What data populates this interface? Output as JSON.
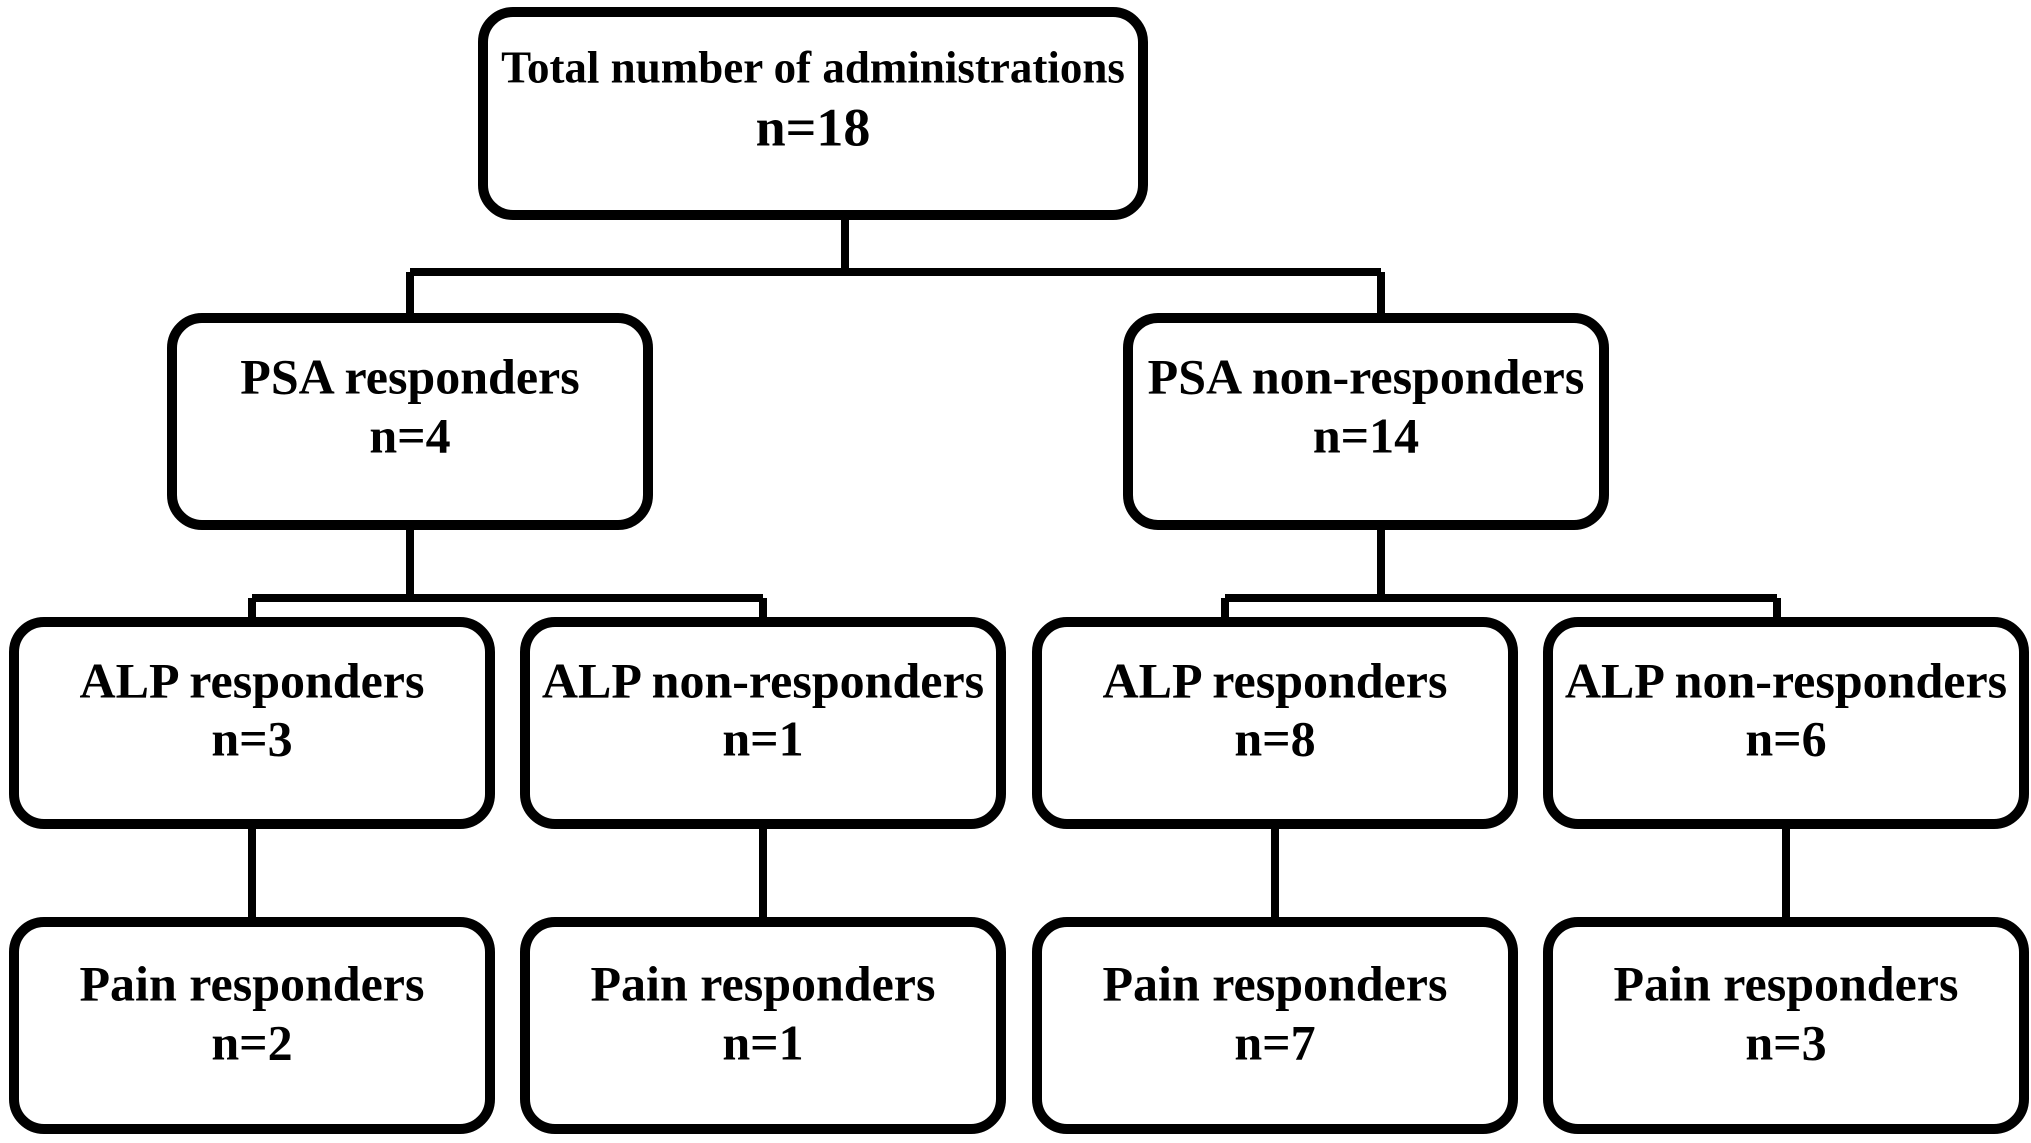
{
  "diagram": {
    "title_node": {
      "label": "Total number of administrations",
      "count": "n=18"
    },
    "level2": [
      {
        "label": "PSA responders",
        "count": "n=4"
      },
      {
        "label": "PSA non-responders",
        "count": "n=14"
      }
    ],
    "level3": [
      {
        "label": "ALP responders",
        "count": "n=3"
      },
      {
        "label": "ALP non-responders",
        "count": "n=1"
      },
      {
        "label": "ALP responders",
        "count": "n=8"
      },
      {
        "label": "ALP non-responders",
        "count": "n=6"
      }
    ],
    "level4": [
      {
        "label": "Pain responders",
        "count": "n=2"
      },
      {
        "label": "Pain responders",
        "count": "n=1"
      },
      {
        "label": "Pain responders",
        "count": "n=7"
      },
      {
        "label": "Pain responders",
        "count": "n=3"
      }
    ],
    "colors": {
      "background": "#ffffff",
      "box_fill": "#ffffff",
      "stroke": "#000000",
      "text": "#000000"
    }
  }
}
